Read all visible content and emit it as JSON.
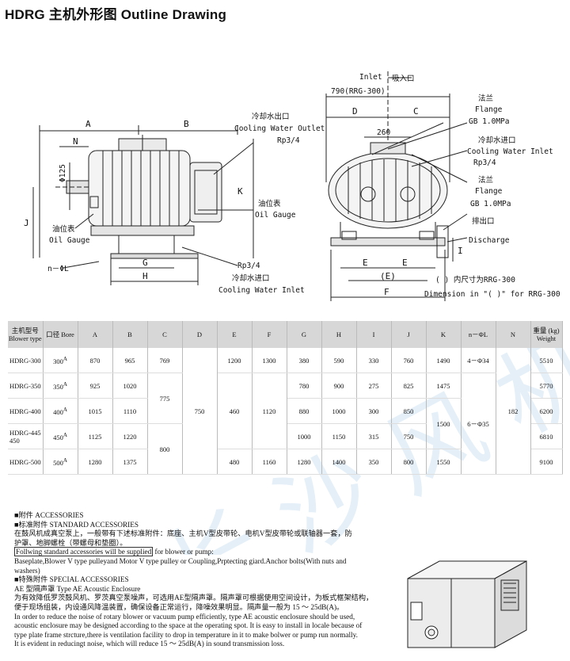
{
  "header": {
    "title": "HDRG  主机外形图  Outline Drawing"
  },
  "drawing": {
    "labels": {
      "A": "A",
      "B": "B",
      "C": "C",
      "D": "D",
      "E": "E",
      "E_paren": "(E)",
      "F": "F",
      "G": "G",
      "H": "H",
      "I": "I",
      "J": "J",
      "K": "K",
      "N": "N",
      "phi125": "Φ125",
      "rrg": "790(RRG-300)",
      "d260": "260",
      "inlet_en": "Inlet",
      "inlet_cn": "吸入口",
      "cw_outlet_cn": "冷却水出口",
      "cw_outlet_en": "Cooling Water Outlet",
      "cw_outlet_rp": "Rp3/4",
      "oil_gauge_cn_r": "油位表",
      "oil_gauge_en_r": "Oil Gauge",
      "oil_gauge_cn_l": "油位表",
      "oil_gauge_en_l": "Oil Gauge",
      "nphil": "n－ΦL",
      "rp34_bottom": "Rp3/4",
      "cw_inlet_cn_b": "冷却水进口",
      "cw_inlet_en_b": "Cooling Water Inlet",
      "flange_cn_1": "法兰",
      "flange_en_1": "Flange",
      "gb_1": "GB 1.0MPa",
      "cw_inlet_cn_r": "冷却水进口",
      "cw_inlet_en_r": "Cooling Water Inlet",
      "cw_inlet_rp_r": "Rp3/4",
      "flange_cn_2": "法兰",
      "flange_en_2": "Flange",
      "gb_2": "GB 1.0MPa",
      "discharge_cn": "排出口",
      "discharge_en": "Discharge",
      "note_cn": "( ) 内尺寸为RRG-300",
      "note_en": "Dimension in \"( )\" for RRG-300"
    }
  },
  "table": {
    "headers": [
      "主机型号 Blower type",
      "口径 Bore",
      "A",
      "B",
      "C",
      "D",
      "E",
      "F",
      "G",
      "H",
      "I",
      "J",
      "K",
      "n－ΦL",
      "N",
      "重量 (kg) Weight"
    ],
    "rows": [
      {
        "model": "HDRG-300",
        "bore": "300",
        "A": "870",
        "B": "965",
        "C": "769",
        "E": "1200",
        "F": "1300",
        "G": "380",
        "H": "590",
        "I": "330",
        "J": "760",
        "K": "1490",
        "nphil": "4－Φ34",
        "weight": "5510"
      },
      {
        "model": "HDRG-350",
        "bore": "350",
        "A": "925",
        "B": "1020",
        "G": "780",
        "H": "900",
        "I": "275",
        "J": "825",
        "K": "1475",
        "weight": "5770"
      },
      {
        "model": "HDRG-400",
        "bore": "400",
        "A": "1015",
        "B": "1110",
        "G": "880",
        "H": "1000",
        "I": "300",
        "J": "850",
        "weight": "6200"
      },
      {
        "model": "HDRG-445 450",
        "bore": "450",
        "A": "1125",
        "B": "1220",
        "G": "1000",
        "H": "1150",
        "I": "315",
        "J": "750",
        "weight": "6810"
      },
      {
        "model": "HDRG-500",
        "bore": "500",
        "A": "1280",
        "B": "1375",
        "E": "480",
        "F": "1160",
        "G": "1280",
        "H": "1400",
        "I": "350",
        "J": "800",
        "K": "1550",
        "weight": "9100"
      }
    ],
    "merged": {
      "C_mid": "775",
      "C_low": "800",
      "D": "750",
      "E_mid": "460",
      "F_mid": "1120",
      "K_mid": "1500",
      "nphil_mid": "6－Φ35",
      "N": "182"
    },
    "bore_mark": "A"
  },
  "notes": {
    "accessories": "■附件 ACCESSORIES",
    "standard": "■标准附件 STANDARD ACCESSORIES",
    "standard_cn_1": "在鼓风机成真空泵上，一般带有下述标准附件：底座、主机V型皮带轮、电机V型皮带轮或联轴器一套，防",
    "standard_cn_2": "护罩、地脚螺栓（带螺母和垫圈）。",
    "following_boxed": "Follwing standard accessories will be supplied",
    "following_rest": " for blower or pump:",
    "standard_en_1": "Baseplate,Blower V type pulleyand Motor V type pulley or Coupling,Prptecting giard.Anchor bolts(With nuts and",
    "standard_en_2": "washers)",
    "special": "■特殊附件 SPECIAL ACCESSORIES",
    "ae_title": "AE 型隔声罩    Type AE Acoustic Enclosure",
    "ae_cn_1": "为有效降低罗茨鼓风机、罗茨真空泵噪声，可选用AE型隔声罩。隔声罩可根据使用空间设计，为板式框架结构，",
    "ae_cn_2": "便于现场组装，内设通风降温装置，确保设备正常运行，降噪效果明显。隔声量一般为 15 ～ 25dB(A)。",
    "ae_en_1": "In order to reduce the noise of rotary blower or vacuum pump efficiently, type AE acoustic enclosure should be used,",
    "ae_en_2": "acoustic enclosure may be designed according to the space at the operating spot. It is easy to install in locale because of",
    "ae_en_3": "type plate frame strcture,there is ventilation facility to drop in temperature in it to make bolwer or pump run normally.",
    "ae_en_4": "It is evident in reducingt noise, which will reduce 15 ～ 25dB(A) in sound transmission loss."
  },
  "watermark": {
    "text": "长  沙  风  机"
  },
  "colors": {
    "header_bg": "#d7d7d7",
    "watermark": "#cfe2f3",
    "line": "#222222"
  }
}
